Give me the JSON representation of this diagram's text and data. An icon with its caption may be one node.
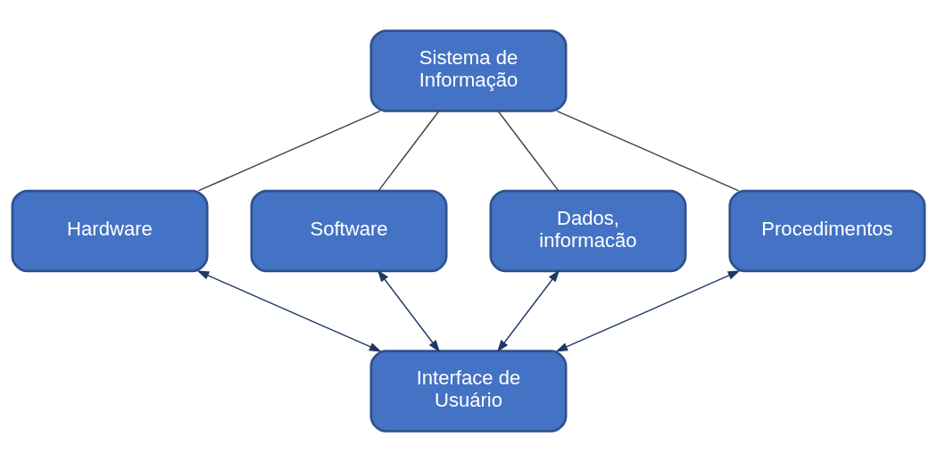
{
  "diagram": {
    "nodes": [
      {
        "text": [
          "Sistema de Informação"
        ]
      },
      {
        "text": [
          "Hardware"
        ]
      },
      {
        "text": [
          "Software"
        ]
      },
      {
        "text": [
          "Dados, informacão"
        ]
      },
      {
        "text": [
          "Procedimentos"
        ]
      },
      {
        "text": [
          "Interface de Usuário"
        ]
      }
    ],
    "edges": [
      {
        "from": 0,
        "to": 1,
        "arrow": "none"
      },
      {
        "from": 0,
        "to": 2,
        "arrow": "none"
      },
      {
        "from": 0,
        "to": 3,
        "arrow": "none"
      },
      {
        "from": 0,
        "to": 4,
        "arrow": "none"
      },
      {
        "from": 1,
        "to": 5,
        "arrow": "both",
        "color": "#1f3864"
      },
      {
        "from": 2,
        "to": 5,
        "arrow": "both",
        "color": "#1f3864"
      },
      {
        "from": 3,
        "to": 5,
        "arrow": "both",
        "color": "#1f3864"
      },
      {
        "from": 4,
        "to": 5,
        "arrow": "both",
        "color": "#1f3864"
      }
    ]
  }
}
